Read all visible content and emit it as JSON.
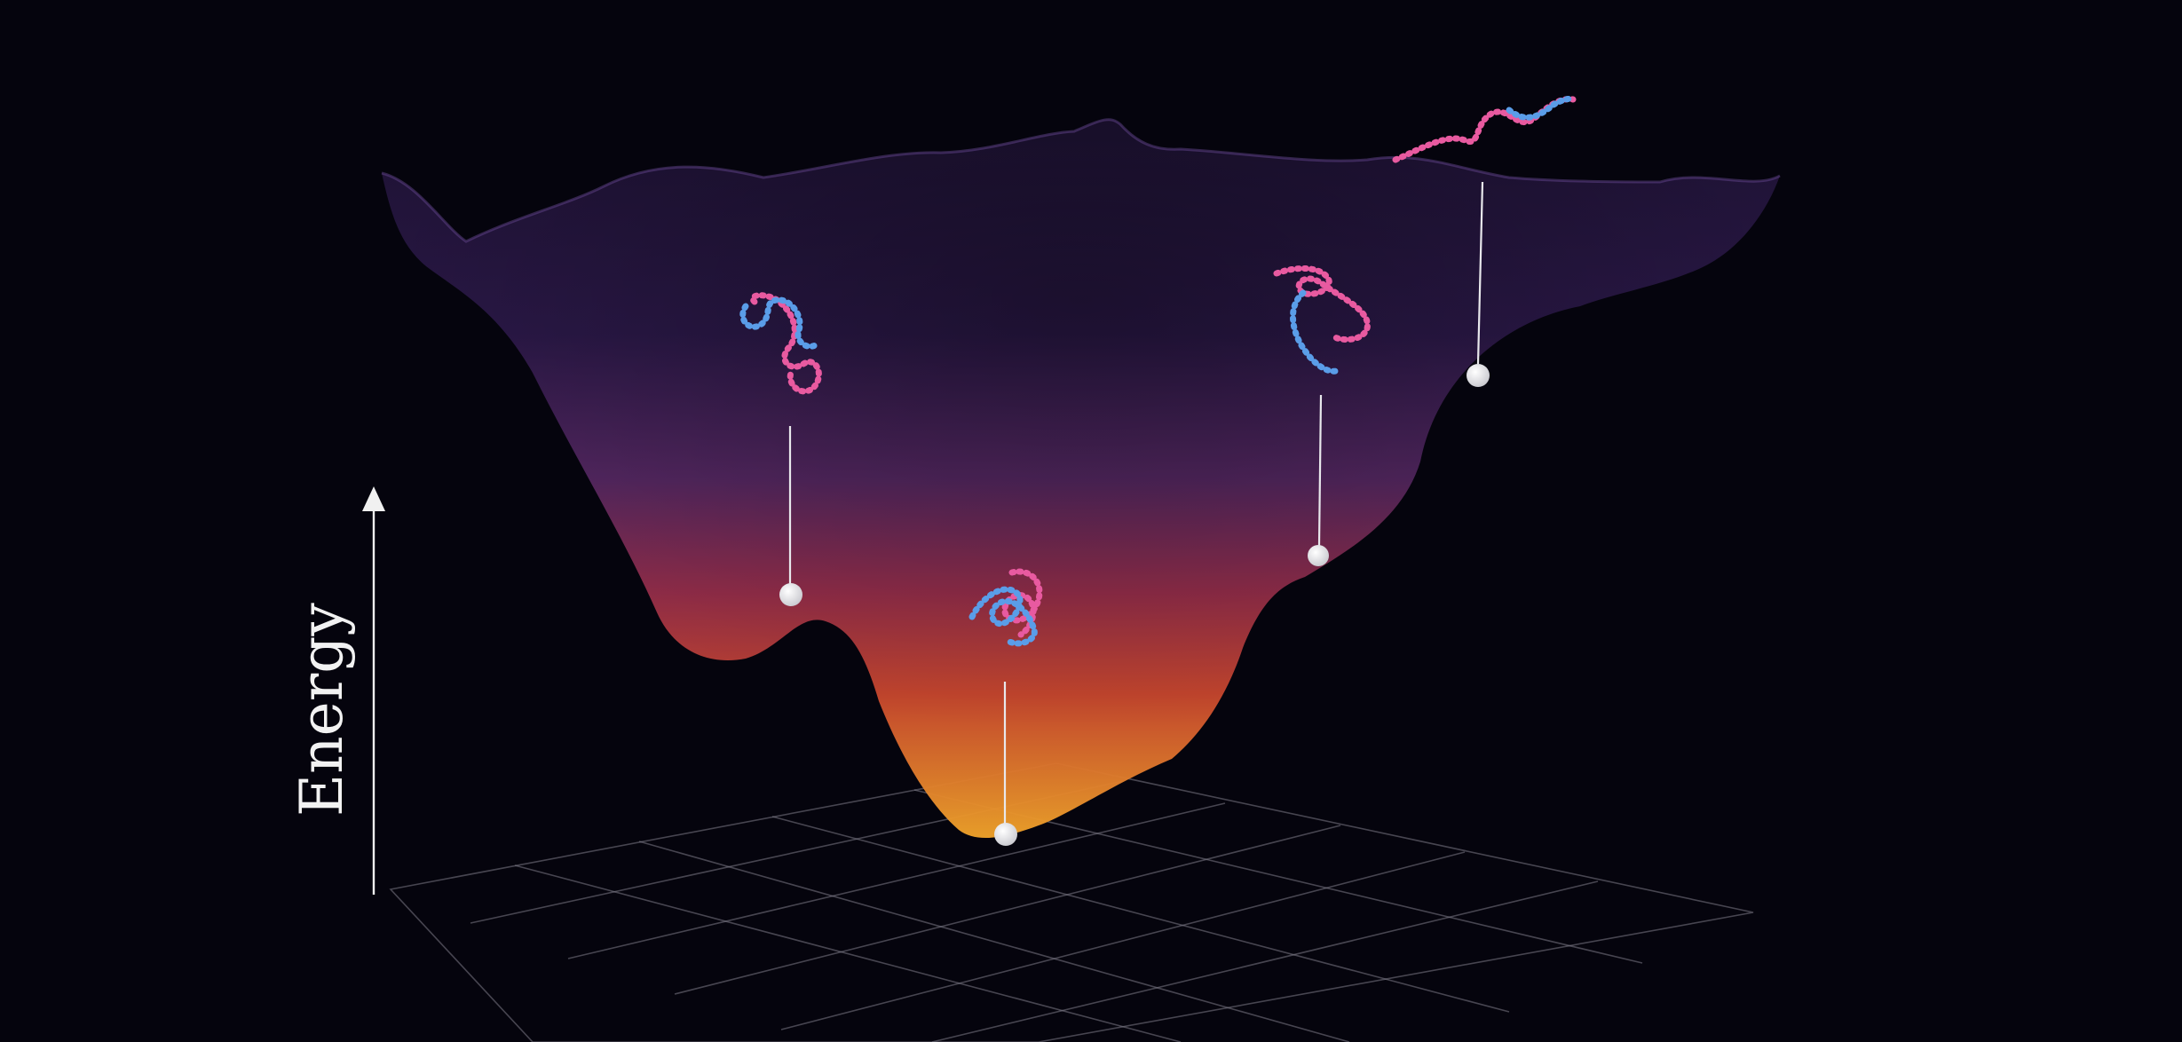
{
  "axis": {
    "label": "Energy"
  },
  "colors": {
    "background": "#05040d",
    "surface_top": "#2a1745",
    "surface_mid": "#5b2a6e",
    "surface_red": "#b8323e",
    "surface_bottom": "#f0a32a",
    "grid": "#8a8a96",
    "pointer": "#f0f0f0",
    "chain_pink": "#e85aa0",
    "chain_blue": "#5a9de8"
  },
  "icons": {
    "axis_arrow": "arrow-up-icon",
    "marker": "white-sphere-icon",
    "conformation": "protein-chain-icon"
  },
  "conformations": [
    {
      "id": "unfolded",
      "state": "extended chain"
    },
    {
      "id": "partially-folded-left",
      "state": "local minimum"
    },
    {
      "id": "partially-folded-right",
      "state": "local minimum"
    },
    {
      "id": "native",
      "state": "global minimum"
    }
  ]
}
